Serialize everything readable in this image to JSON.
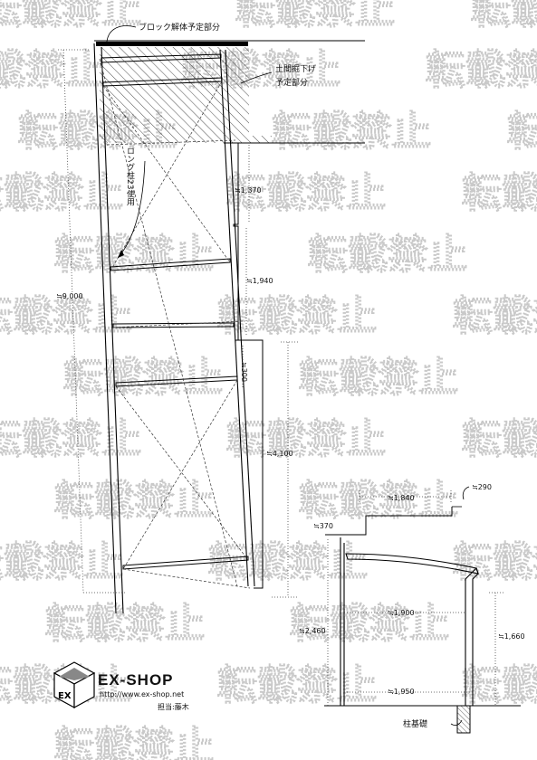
{
  "watermark": {
    "text": "転載禁止"
  },
  "labels": {
    "block_demolition": "ブロック解体予定部分",
    "dirt_excavation_line1": "土間掘下げ",
    "dirt_excavation_line2": "予定部分",
    "long_pillar": "ロング柱23使用",
    "column_foundation": "柱基礎"
  },
  "dimensions": {
    "total_height": "≒9,000",
    "step1": "≒1,370",
    "step2": "≒1,940",
    "step3": "≒300",
    "lower_height": "≒4,100",
    "top_width": "≒1,840",
    "top_overhang": "≒290",
    "left_offset": "≒370",
    "side_height": "≒2,460",
    "mid_width": "≒1,900",
    "right_height": "≒1,660",
    "bottom_width": "≒1,950"
  },
  "brand": {
    "logo_text": "EX-SHOP",
    "url": "http://www.ex-shop.net",
    "staff": "担当:藤木"
  }
}
